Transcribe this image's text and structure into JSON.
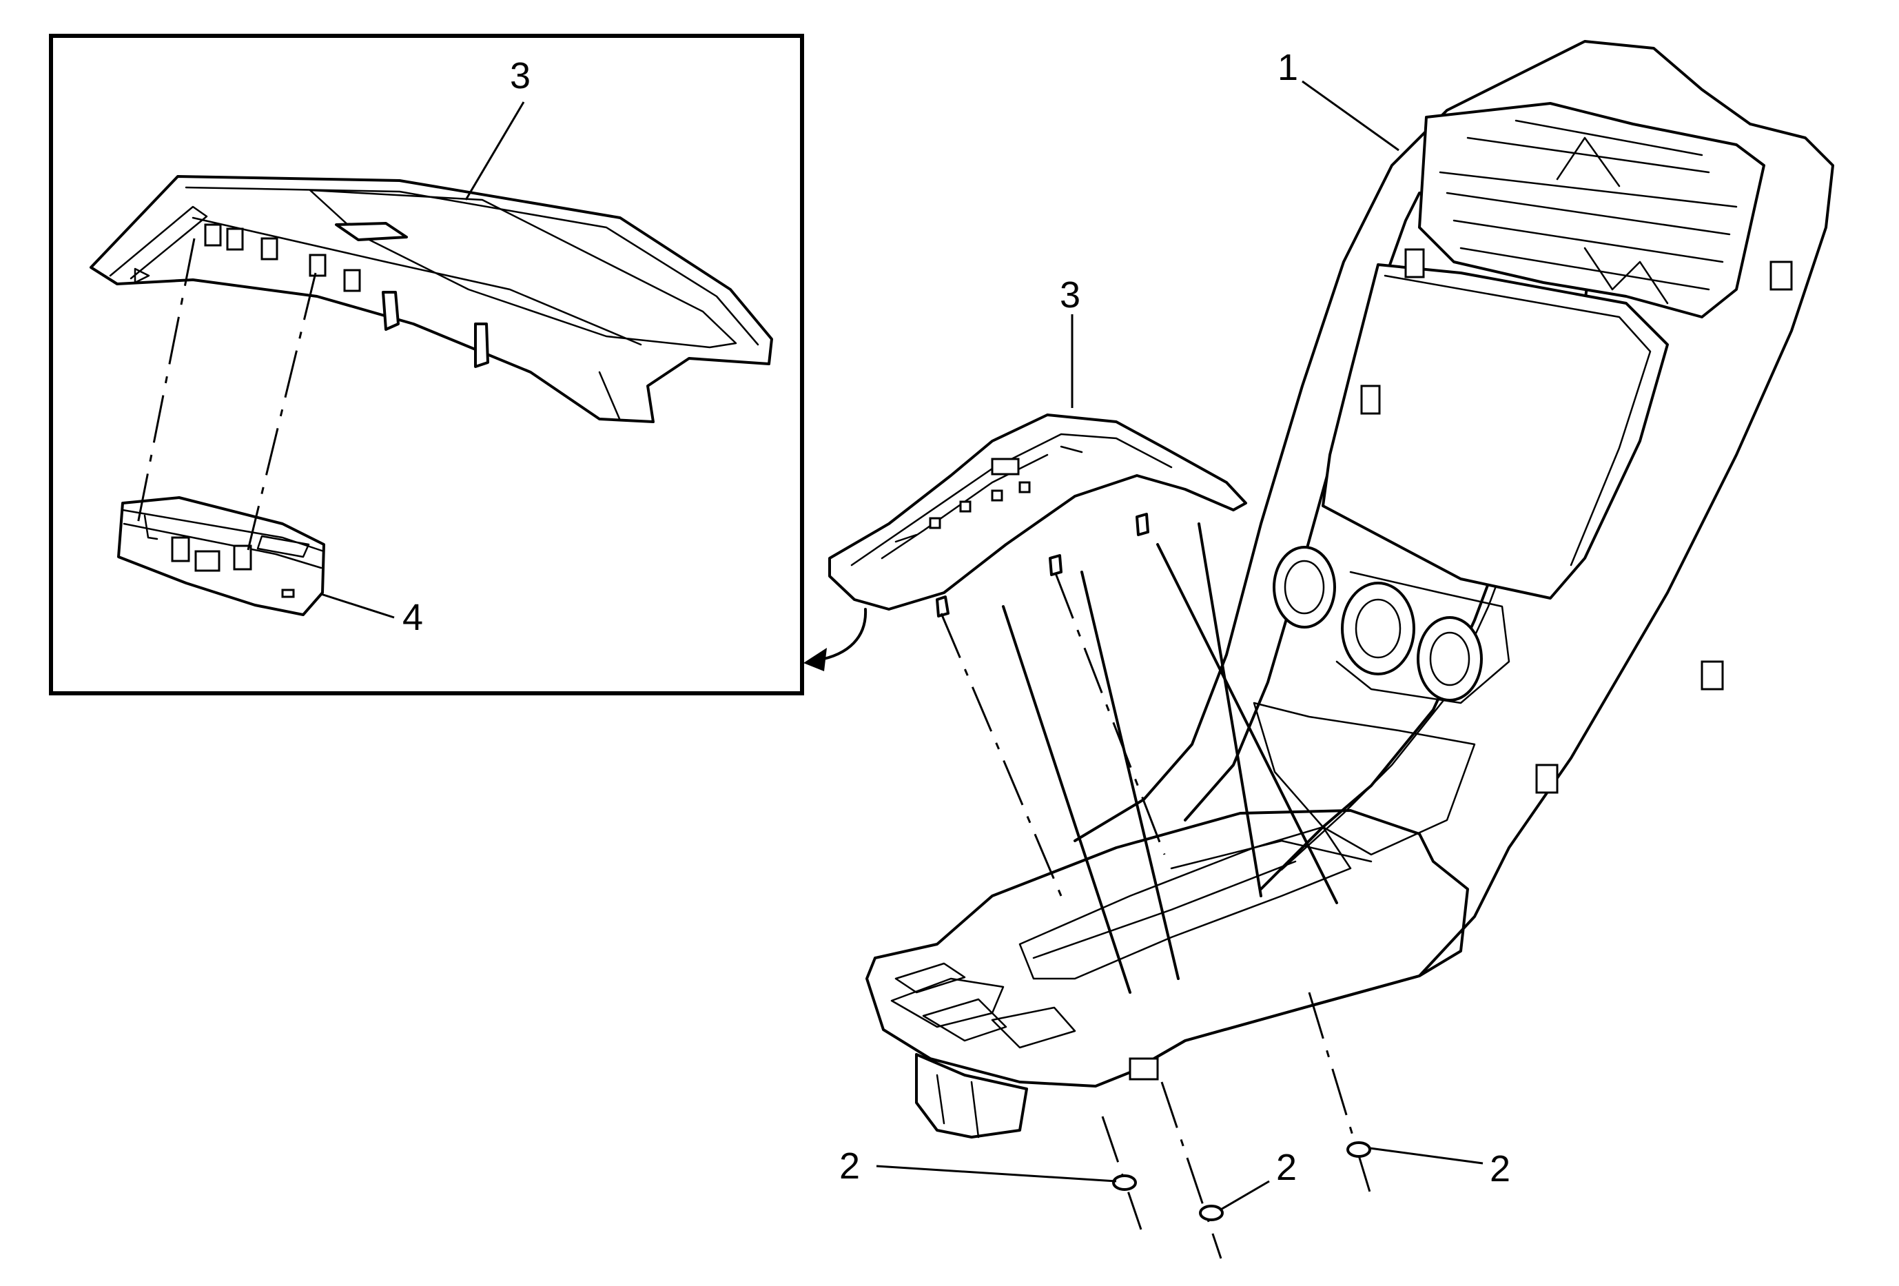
{
  "callouts": {
    "c1": "1",
    "c2a": "2",
    "c2b": "2",
    "c2c": "2",
    "c3_main": "3",
    "c3_inset": "3",
    "c4": "4"
  },
  "colors": {
    "line": "#000000",
    "background": "#ffffff"
  }
}
